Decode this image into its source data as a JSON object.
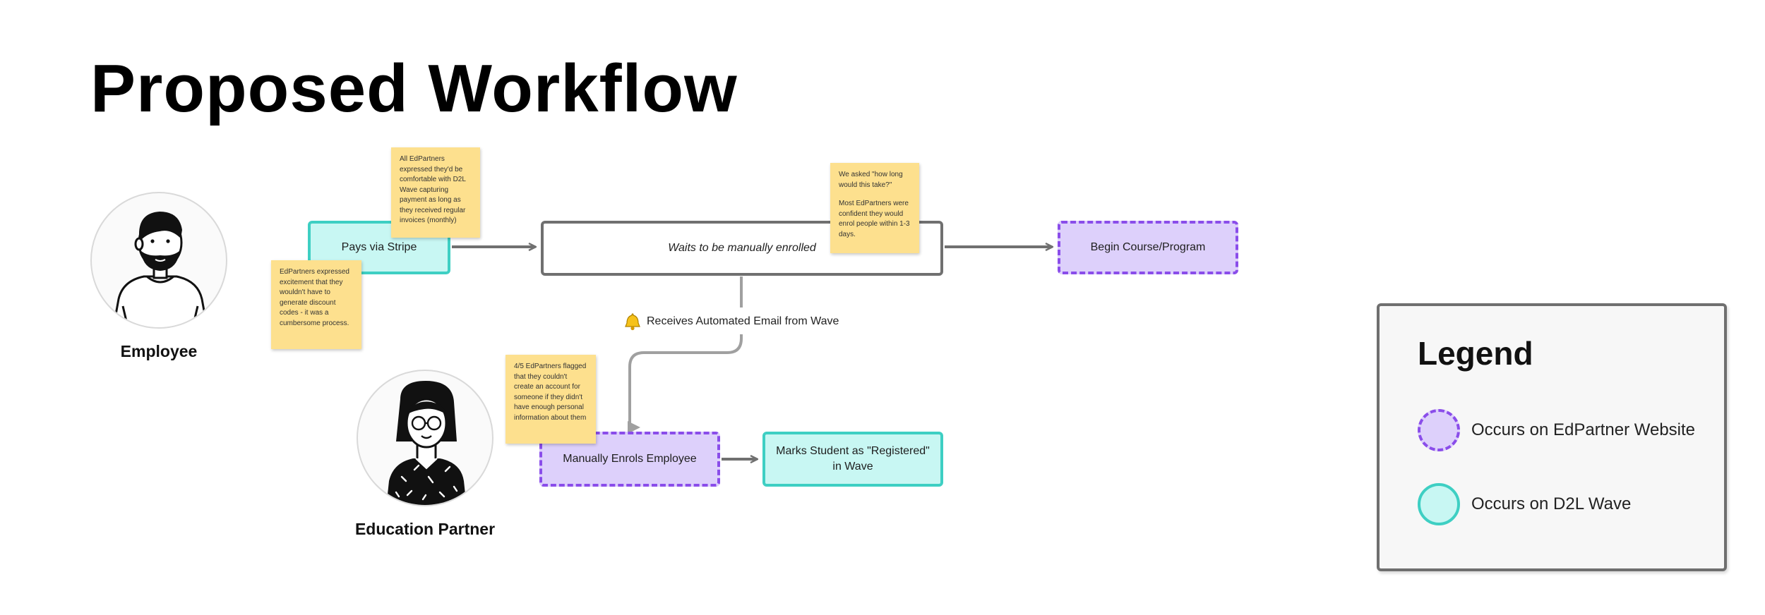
{
  "page": {
    "title": "Proposed Workflow"
  },
  "actors": {
    "employee": "Employee",
    "partner": "Education Partner"
  },
  "nodes": {
    "pays_stripe": "Pays via Stripe",
    "waits_enrolled": "Waits to be manually enrolled",
    "begin_course": "Begin Course/Program",
    "manually_enrols": "Manually Enrols Employee",
    "marks_registered": "Marks Student as \"Registered\" in Wave"
  },
  "edges": {
    "email_label": "Receives Automated Email from Wave",
    "email_icon": "bell-icon"
  },
  "stickies": {
    "payment": "All EdPartners expressed they'd be comfortable with D2L Wave capturing payment as long as they received regular invoices (monthly)",
    "discount": "EdPartners expressed excitement that they wouldn't have to generate discount codes - it was a cumbersome process.",
    "timing_q": "We asked \"how long would this take?\"",
    "timing_a": "Most EdPartners were confident they would enrol people within 1-3 days.",
    "account": "4/5 EdPartners flagged that they couldn't create an account for someone if they didn't have enough personal information about them"
  },
  "legend": {
    "title": "Legend",
    "items": [
      {
        "label": "Occurs on EdPartner Website",
        "fill": "#ddd0fb",
        "border": "#8a4dea",
        "style": "dashed"
      },
      {
        "label": "Occurs on D2L Wave",
        "fill": "#c8f7f3",
        "border": "#3ecfc3",
        "style": "solid"
      }
    ]
  },
  "colors": {
    "teal_fill": "#c8f7f3",
    "teal_border": "#3ecfc3",
    "purple_fill": "#ddd0fb",
    "purple_border": "#8a4dea",
    "sticky": "#fde08e",
    "connector": "#707070"
  }
}
